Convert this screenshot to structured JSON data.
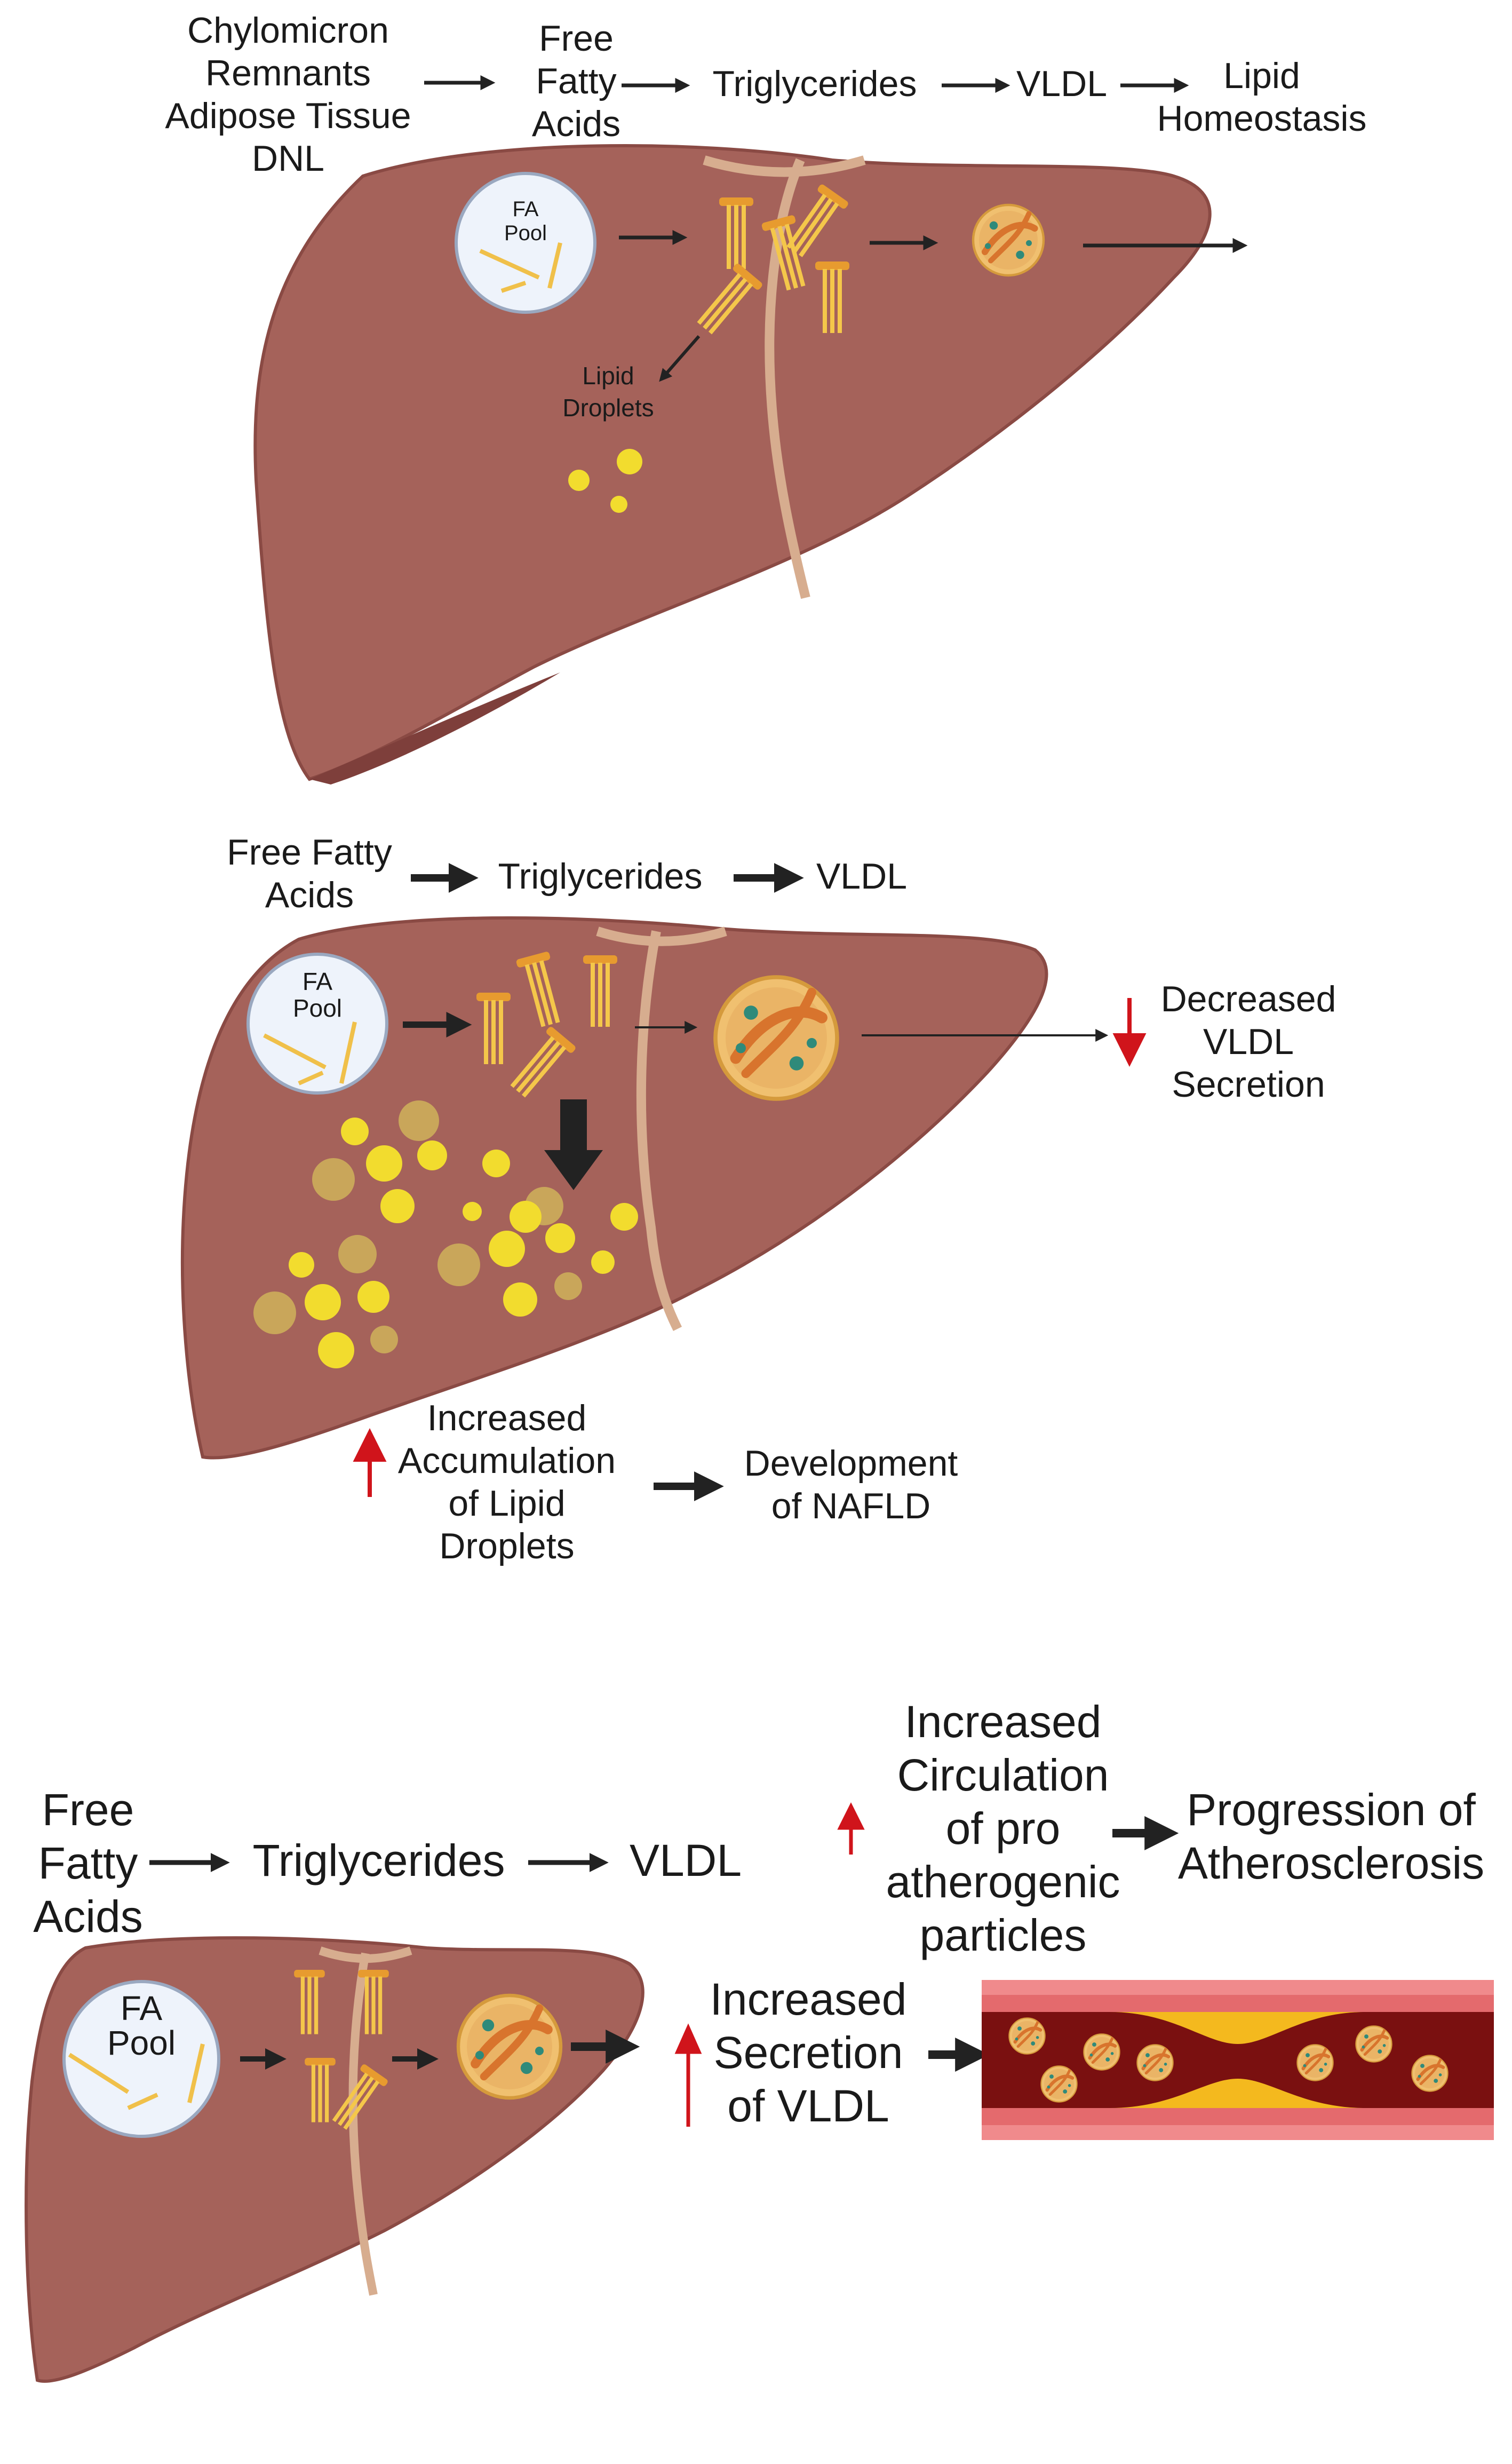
{
  "panel1": {
    "inputs": [
      "Chylomicron",
      "Remnants",
      "Adipose Tissue",
      "DNL"
    ],
    "ffa": [
      "Free",
      "Fatty",
      "Acids"
    ],
    "tg": "Triglycerides",
    "vldl": "VLDL",
    "outcome": [
      "Lipid",
      "Homeostasis"
    ],
    "pool": [
      "FA",
      "Pool"
    ],
    "droplets": [
      "Lipid",
      "Droplets"
    ]
  },
  "panel2": {
    "ffa": [
      "Free Fatty",
      "Acids"
    ],
    "tg": "Triglycerides",
    "vldl": "VLDL",
    "pool": [
      "FA",
      "Pool"
    ],
    "secretion": [
      "Decreased",
      "VLDL",
      "Secretion"
    ],
    "accumulation": [
      "Increased",
      "Accumulation",
      "of Lipid",
      "Droplets"
    ],
    "nafld": [
      "Development",
      "of NAFLD"
    ]
  },
  "panel3": {
    "ffa": [
      "Free",
      "Fatty",
      "Acids"
    ],
    "tg": "Triglycerides",
    "vldl": "VLDL",
    "pool": [
      "FA",
      "Pool"
    ],
    "circulation": [
      "Increased",
      "Circulation",
      "of pro",
      "atherogenic",
      "particles"
    ],
    "progression": [
      "Progression of",
      "Atherosclerosis"
    ],
    "secretion": [
      "Increased",
      "Secretion",
      "of VLDL"
    ]
  },
  "colors": {
    "liver": "#a5625a",
    "liver_dark": "#7e3f3b",
    "ligament": "#d7ad8f",
    "fatty_acid": "#f4c74a",
    "droplet": "#f2dc2e",
    "droplet_dim": "#c9a65a",
    "vldl": "#e8b85f",
    "arrow": "#222222",
    "up_down_arrow": "#d0141b",
    "vessel_wall": "#e46a6d",
    "vessel_lumen": "#7a1010",
    "plaque": "#f4b91e"
  }
}
